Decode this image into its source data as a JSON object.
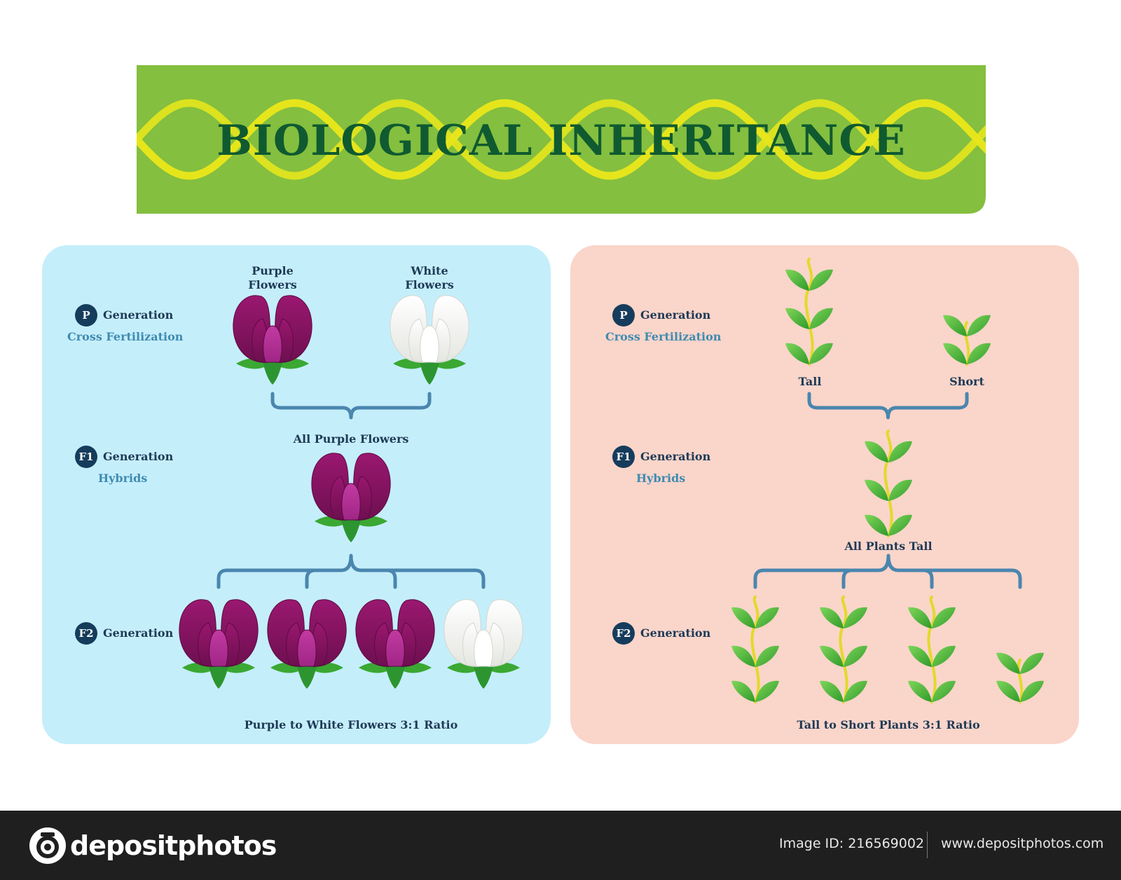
{
  "title": "BIOLOGICAL INHERITANCE",
  "colors": {
    "banner": "#84bf3f",
    "dna_strand": "#e6e51c",
    "title_text": "#0f5a30",
    "left_panel": "#c5eefb",
    "right_panel": "#fad5ca",
    "bracket": "#4a86ae",
    "badge": "#163c5c",
    "purple_flower": "#8a1566",
    "white_flower": "#f2f2ee",
    "leaf": "#4cb534",
    "stem": "#e3d92a"
  },
  "left_panel": {
    "parent_labels": {
      "purple": "Purple\nFlowers",
      "white": "White\nFlowers"
    },
    "p_badge": "P",
    "p_generation": "Generation",
    "p_subtitle": "Cross Fertilization",
    "f1_badge": "F1",
    "f1_generation": "Generation",
    "f1_subtitle": "Hybrids",
    "f1_result": "All Purple Flowers",
    "f2_badge": "F2",
    "f2_generation": "Generation",
    "f2_flowers": [
      "purple",
      "purple",
      "purple",
      "white"
    ],
    "ratio_caption": "Purple to White Flowers 3:1  Ratio"
  },
  "right_panel": {
    "parent_labels": {
      "tall": "Tall",
      "short": "Short"
    },
    "p_badge": "P",
    "p_generation": "Generation",
    "p_subtitle": "Cross Fertilization",
    "f1_badge": "F1",
    "f1_generation": "Generation",
    "f1_subtitle": "Hybrids",
    "f1_result": "All Plants Tall",
    "f2_badge": "F2",
    "f2_generation": "Generation",
    "f2_plants": [
      "tall",
      "tall",
      "tall",
      "short"
    ],
    "ratio_caption": "Tall to Short Plants 3:1  Ratio"
  },
  "footer": {
    "brand": "depositphotos",
    "image_id": "Image ID: 216569002",
    "url": "www.depositphotos.com"
  },
  "icons": [
    "camera-logo-icon",
    "flower-icon",
    "plant-icon",
    "bracket-icon"
  ]
}
